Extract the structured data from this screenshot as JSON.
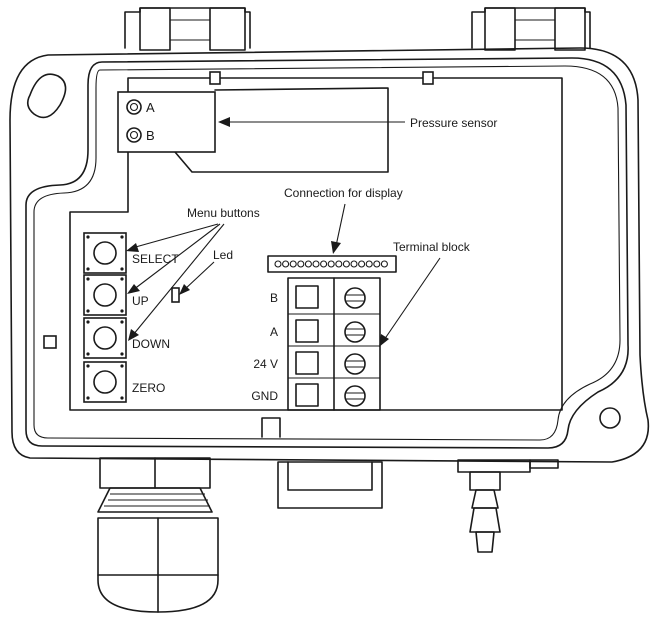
{
  "labels": {
    "pressure_sensor": "Pressure sensor",
    "connection_for_display": "Connection for display",
    "menu_buttons": "Menu buttons",
    "led": "Led",
    "terminal_block": "Terminal block"
  },
  "ports": [
    {
      "label": "A"
    },
    {
      "label": "B"
    }
  ],
  "buttons": [
    {
      "label": "SELECT"
    },
    {
      "label": "UP"
    },
    {
      "label": "DOWN"
    },
    {
      "label": "ZERO"
    }
  ],
  "terminals": [
    {
      "label": "B"
    },
    {
      "label": "A"
    },
    {
      "label": "24 V"
    },
    {
      "label": "GND"
    }
  ],
  "colors": {
    "line": "#1a1a1a",
    "background": "#ffffff"
  }
}
